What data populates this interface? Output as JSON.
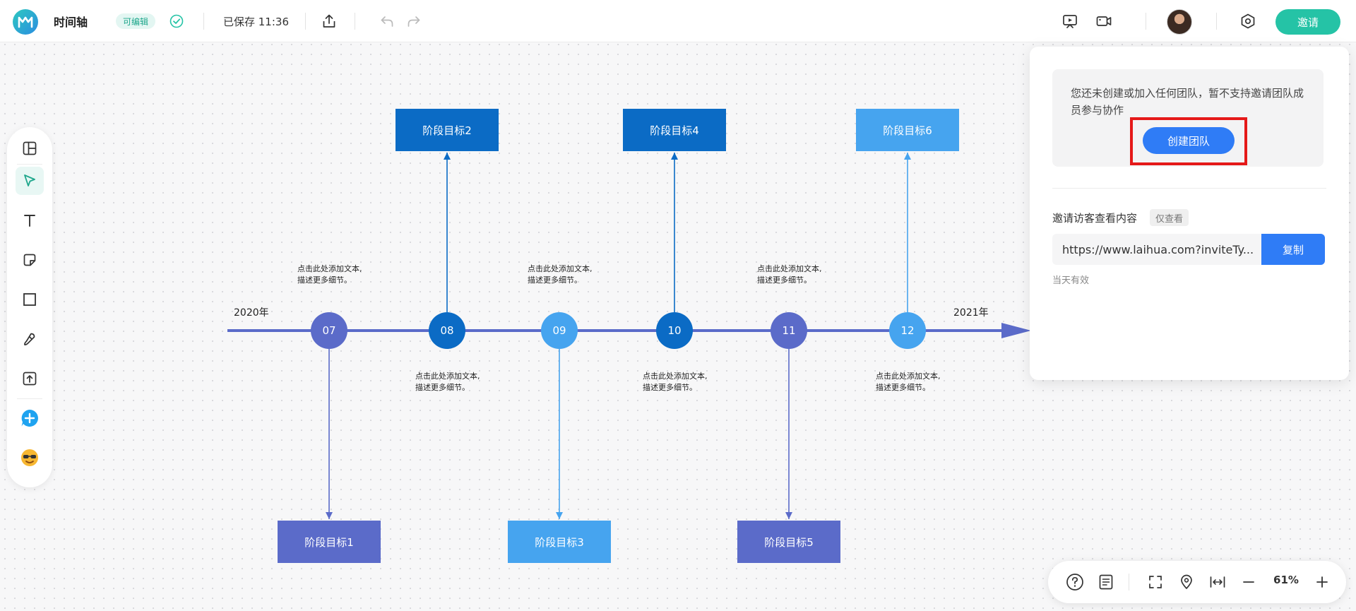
{
  "header": {
    "title": "时间轴",
    "edit_status": "可编辑",
    "saved_text": "已保存 11:36",
    "invite_label": "邀请"
  },
  "left_toolbar": {
    "tools": [
      "layout-icon",
      "pointer-icon",
      "text-icon",
      "sticky-note-icon",
      "rectangle-icon",
      "pen-icon",
      "upload-icon",
      "add-comment-icon",
      "emoji-icon"
    ],
    "active": "pointer-icon"
  },
  "diagram": {
    "start_year": "2020年",
    "end_year": "2021年",
    "nodes": [
      {
        "label": "07",
        "color": "#5b6bc9"
      },
      {
        "label": "08",
        "color": "#0b6bc5"
      },
      {
        "label": "09",
        "color": "#46a4ef"
      },
      {
        "label": "10",
        "color": "#0b6bc5"
      },
      {
        "label": "11",
        "color": "#5b6bc9"
      },
      {
        "label": "12",
        "color": "#46a4ef"
      }
    ],
    "goals": [
      {
        "label": "阶段目标1",
        "color": "#5b6bc9"
      },
      {
        "label": "阶段目标2",
        "color": "#0b6bc5"
      },
      {
        "label": "阶段目标3",
        "color": "#46a4ef"
      },
      {
        "label": "阶段目标4",
        "color": "#0b6bc5"
      },
      {
        "label": "阶段目标5",
        "color": "#5b6bc9"
      },
      {
        "label": "阶段目标6",
        "color": "#46a4ef"
      }
    ],
    "desc_line1": "点击此处添加文本,",
    "desc_line2": "描述更多细节。",
    "axis_color": "#5b6bc9"
  },
  "invite_panel": {
    "team_message": "您还未创建或加入任何团队，暂不支持邀请团队成员参与协作",
    "create_team_label": "创建团队",
    "guest_label": "邀请访客查看内容",
    "view_only_badge": "仅查看",
    "link_value": "https://www.laihua.com?inviteTy...",
    "copy_label": "复制",
    "valid_note": "当天有效"
  },
  "bottom_toolbar": {
    "zoom": "61%"
  },
  "colors": {
    "accent": "#25c3a6",
    "primary_blue": "#2f7cf6",
    "highlight_red": "#e51919"
  }
}
